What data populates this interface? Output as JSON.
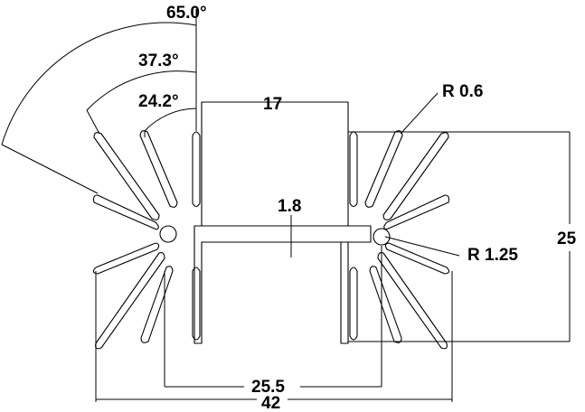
{
  "labels": {
    "angle_outer": "65.0°",
    "angle_mid": "37.3°",
    "angle_inner": "24.2°",
    "width_top": "17",
    "thickness": "1.8",
    "radius_small": "R 0.6",
    "radius_large": "R 1.25",
    "height": "25",
    "inner_span": "25.5",
    "overall_width": "42"
  }
}
